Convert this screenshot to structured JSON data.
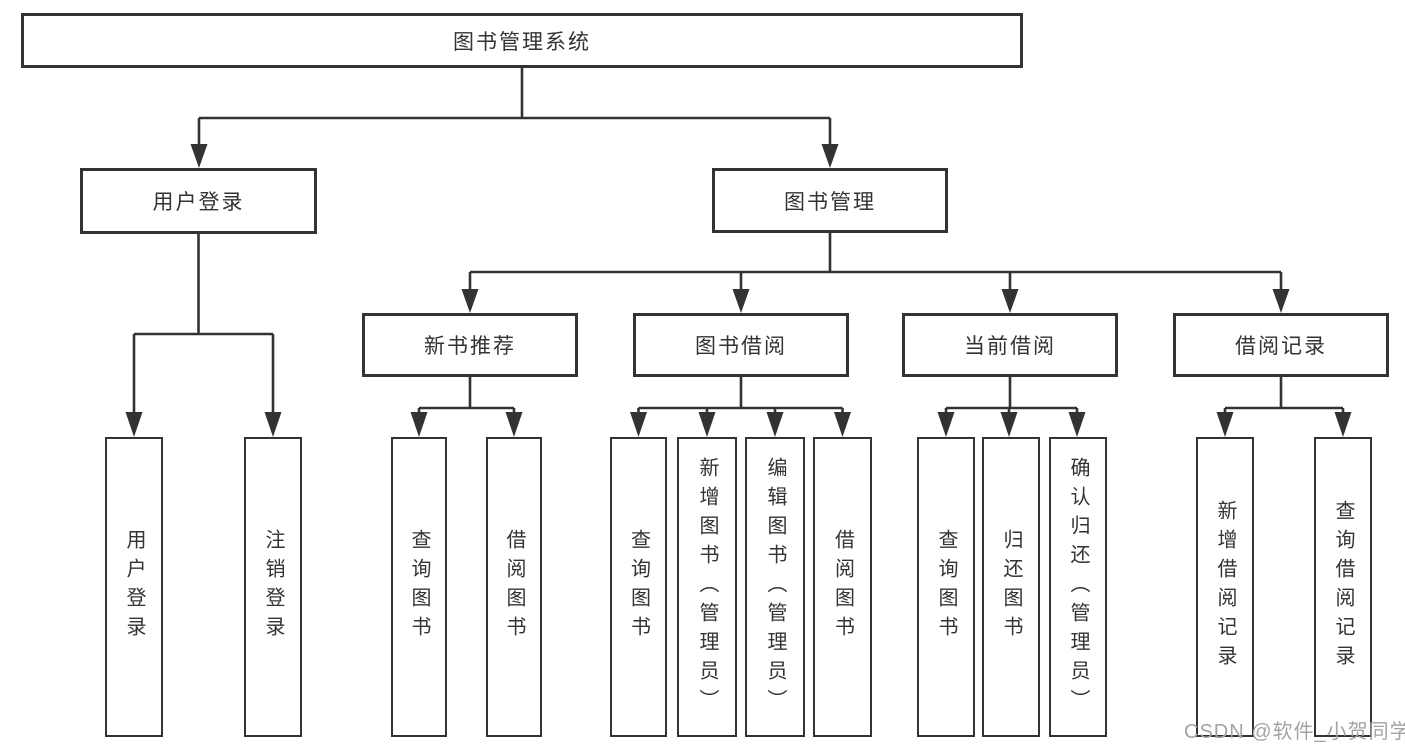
{
  "diagram": {
    "root": {
      "label": "图书管理系统"
    },
    "level2": [
      {
        "label": "用户登录"
      },
      {
        "label": "图书管理"
      }
    ],
    "level3": [
      {
        "label": "新书推荐"
      },
      {
        "label": "图书借阅"
      },
      {
        "label": "当前借阅"
      },
      {
        "label": "借阅记录"
      }
    ],
    "leaves": {
      "user_login": [
        "用户登录",
        "注销登录"
      ],
      "new_books": [
        "查询图书",
        "借阅图书"
      ],
      "book_borrow": [
        "查询图书",
        "新增图书（管理员）",
        "编辑图书（管理员）",
        "借阅图书"
      ],
      "current_borrow": [
        "查询图书",
        "归还图书",
        "确认归还（管理员）"
      ],
      "borrow_records": [
        "新增借阅记录",
        "查询借阅记录"
      ]
    }
  },
  "watermark": {
    "text": "CSDN @软件_小贺同学"
  },
  "colors": {
    "line": "#333333",
    "box_border": "#333333",
    "text": "#333333",
    "watermark": "#a3a3a3",
    "background": "#ffffff"
  }
}
